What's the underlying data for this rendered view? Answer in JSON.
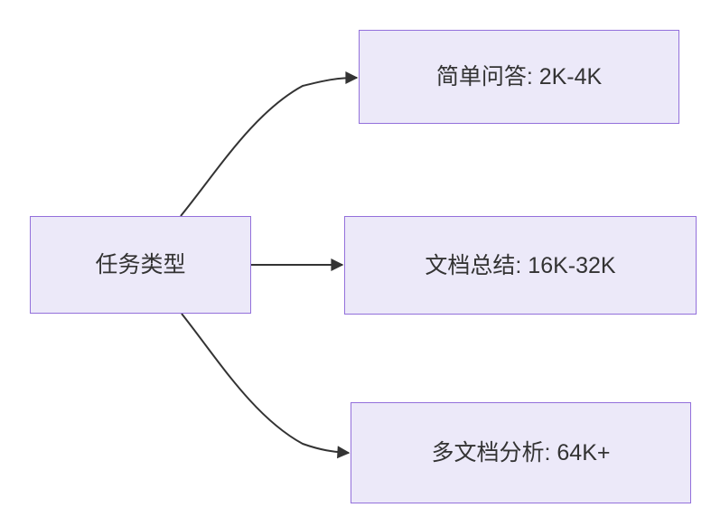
{
  "diagram": {
    "type": "flowchart-LR",
    "colors": {
      "background": "#ffffff",
      "node_fill": "#ECE9F9",
      "node_border": "#9370DB",
      "edge_color": "#333333",
      "text_color": "#333333"
    },
    "nodes": {
      "task_type": {
        "label": "任务类型"
      },
      "simple_qa": {
        "label": "简单问答: 2K-4K"
      },
      "doc_summary": {
        "label": "文档总结: 16K-32K"
      },
      "multi_doc": {
        "label": "多文档分析: 64K+"
      }
    },
    "edges": [
      {
        "from": "task_type",
        "to": "simple_qa"
      },
      {
        "from": "task_type",
        "to": "doc_summary"
      },
      {
        "from": "task_type",
        "to": "multi_doc"
      }
    ]
  }
}
